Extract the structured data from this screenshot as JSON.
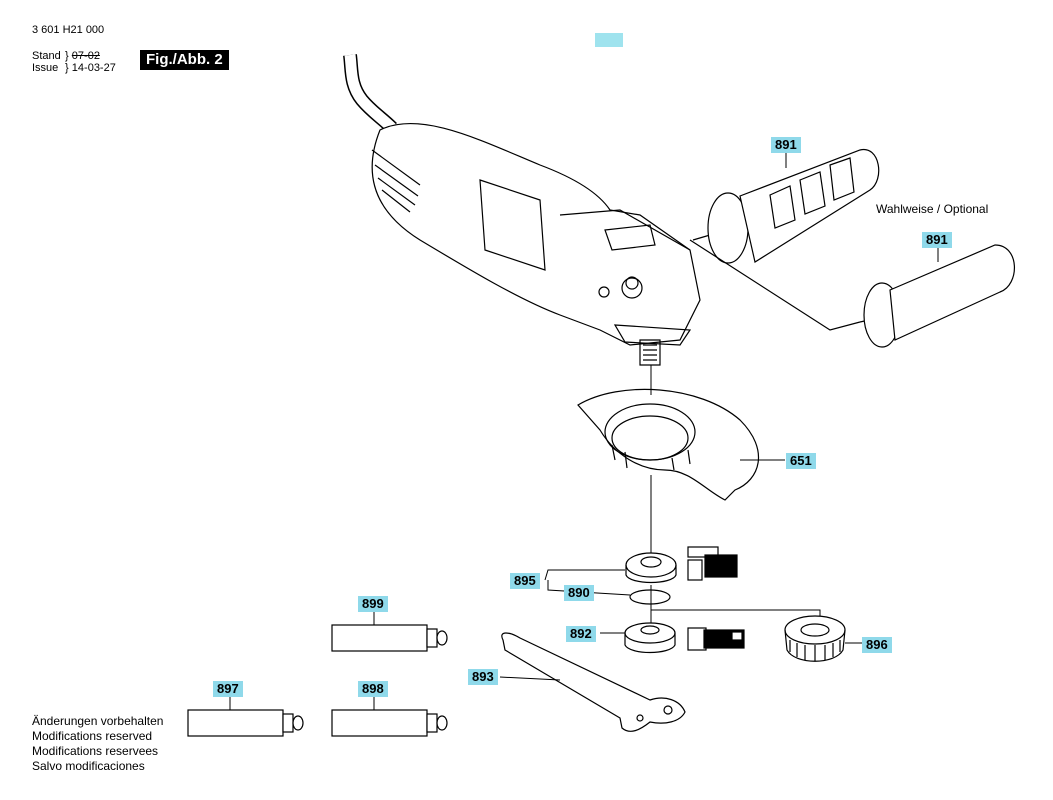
{
  "header": {
    "doc_number": "3 601 H21 000",
    "stand_label": "Stand",
    "issue_label": "Issue",
    "stand_date": "07-02",
    "issue_date": "14-03-27",
    "figure_label": "Fig./Abb. 2"
  },
  "labels": {
    "optional": "Wahlweise / Optional"
  },
  "parts": [
    {
      "id": "handle-top",
      "number": "891"
    },
    {
      "id": "handle-optional",
      "number": "891"
    },
    {
      "id": "guard",
      "number": "651"
    },
    {
      "id": "flange-group",
      "number": "895"
    },
    {
      "id": "o-ring",
      "number": "890"
    },
    {
      "id": "clamping-nut",
      "number": "892"
    },
    {
      "id": "quick-nut",
      "number": "896"
    },
    {
      "id": "spanner",
      "number": "893"
    },
    {
      "id": "grease-899",
      "number": "899"
    },
    {
      "id": "grease-897",
      "number": "897"
    },
    {
      "id": "grease-898",
      "number": "898"
    }
  ],
  "notes": [
    "Änderungen vorbehalten",
    "Modifications reserved",
    "Modifications reservees",
    "Salvo modificaciones"
  ],
  "colors": {
    "tag_fill": "#8fd9ea",
    "line": "#000000",
    "marker": "#9fe3ee"
  }
}
